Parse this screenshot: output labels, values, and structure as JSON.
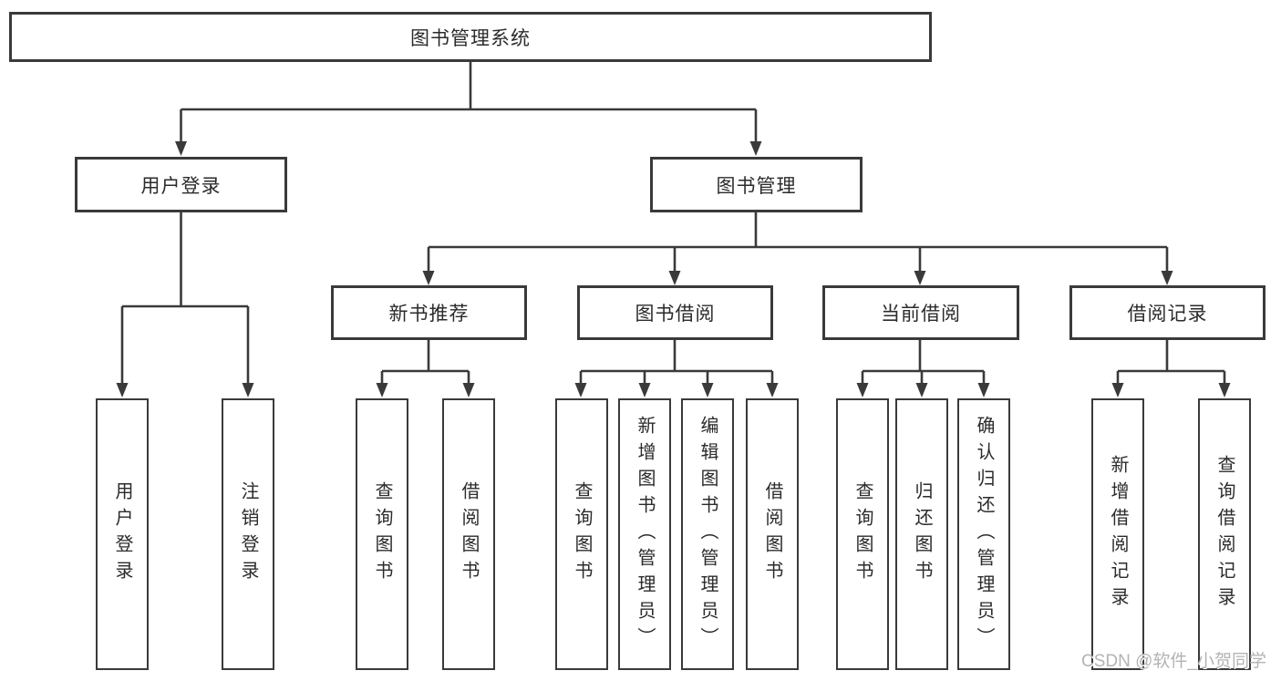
{
  "diagram_title": "图书管理系统",
  "tree": {
    "root": {
      "label": "图书管理系统"
    },
    "children": [
      {
        "label": "用户登录",
        "children": [
          {
            "label": "用户登录"
          },
          {
            "label": "注销登录"
          }
        ]
      },
      {
        "label": "图书管理",
        "children": [
          {
            "label": "新书推荐",
            "children": [
              {
                "label": "查询图书"
              },
              {
                "label": "借阅图书"
              }
            ]
          },
          {
            "label": "图书借阅",
            "children": [
              {
                "label": "查询图书"
              },
              {
                "label": "新增图书（管理员）"
              },
              {
                "label": "编辑图书（管理员）"
              },
              {
                "label": "借阅图书"
              }
            ]
          },
          {
            "label": "当前借阅",
            "children": [
              {
                "label": "查询图书"
              },
              {
                "label": "归还图书"
              },
              {
                "label": "确认归还（管理员）"
              }
            ]
          },
          {
            "label": "借阅记录",
            "children": [
              {
                "label": "新增借阅记录"
              },
              {
                "label": "查询借阅记录"
              }
            ]
          }
        ]
      }
    ]
  },
  "watermark": {
    "text": "CSDN @软件_小贺同学"
  },
  "colors": {
    "line": "#3a3a3a",
    "box_border": "#3a3a3a",
    "box_fill": "#ffffff",
    "text": "#2b2b2b",
    "watermark": "#b3b3b3"
  }
}
